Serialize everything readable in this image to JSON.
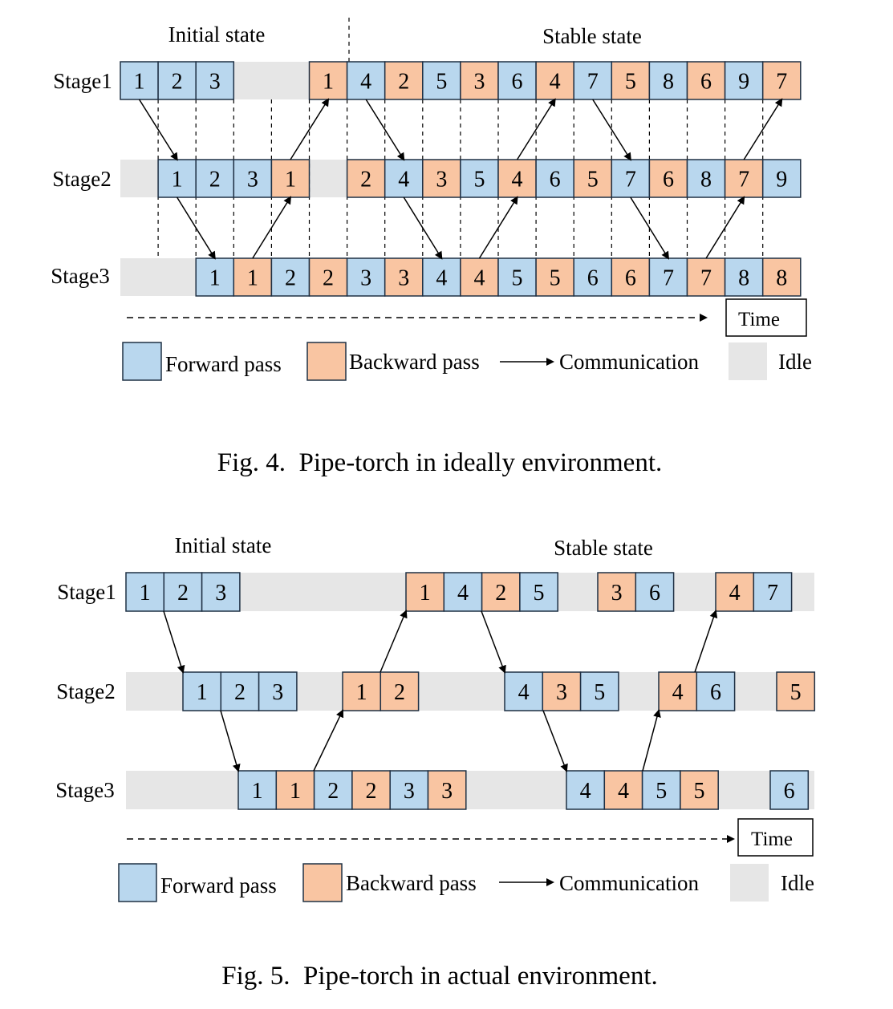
{
  "colors": {
    "forward": "#b9d7ee",
    "backward": "#f9c5a2",
    "idle": "#e6e6e6",
    "border": "#1f3044"
  },
  "fig4": {
    "initial_label": "Initial state",
    "stable_label": "Stable state",
    "caption": "Fig. 4.  Pipe-torch in ideally environment.",
    "stages": [
      {
        "label": "Stage1",
        "cells": [
          {
            "n": "1",
            "k": "f",
            "s": 0
          },
          {
            "n": "2",
            "k": "f",
            "s": 1
          },
          {
            "n": "3",
            "k": "f",
            "s": 2
          },
          {
            "n": "1",
            "k": "b",
            "s": 5
          },
          {
            "n": "4",
            "k": "f",
            "s": 6
          },
          {
            "n": "2",
            "k": "b",
            "s": 7
          },
          {
            "n": "5",
            "k": "f",
            "s": 8
          },
          {
            "n": "3",
            "k": "b",
            "s": 9
          },
          {
            "n": "6",
            "k": "f",
            "s": 10
          },
          {
            "n": "4",
            "k": "b",
            "s": 11
          },
          {
            "n": "7",
            "k": "f",
            "s": 12
          },
          {
            "n": "5",
            "k": "b",
            "s": 13
          },
          {
            "n": "8",
            "k": "f",
            "s": 14
          },
          {
            "n": "6",
            "k": "b",
            "s": 15
          },
          {
            "n": "9",
            "k": "f",
            "s": 16
          },
          {
            "n": "7",
            "k": "b",
            "s": 17
          }
        ]
      },
      {
        "label": "Stage2",
        "cells": [
          {
            "n": "1",
            "k": "f",
            "s": 1
          },
          {
            "n": "2",
            "k": "f",
            "s": 2
          },
          {
            "n": "3",
            "k": "f",
            "s": 3
          },
          {
            "n": "1",
            "k": "b",
            "s": 4
          },
          {
            "n": "2",
            "k": "b",
            "s": 6
          },
          {
            "n": "4",
            "k": "f",
            "s": 7
          },
          {
            "n": "3",
            "k": "b",
            "s": 8
          },
          {
            "n": "5",
            "k": "f",
            "s": 9
          },
          {
            "n": "4",
            "k": "b",
            "s": 10
          },
          {
            "n": "6",
            "k": "f",
            "s": 11
          },
          {
            "n": "5",
            "k": "b",
            "s": 12
          },
          {
            "n": "7",
            "k": "f",
            "s": 13
          },
          {
            "n": "6",
            "k": "b",
            "s": 14
          },
          {
            "n": "8",
            "k": "f",
            "s": 15
          },
          {
            "n": "7",
            "k": "b",
            "s": 16
          },
          {
            "n": "9",
            "k": "f",
            "s": 17
          }
        ]
      },
      {
        "label": "Stage3",
        "cells": [
          {
            "n": "1",
            "k": "f",
            "s": 2
          },
          {
            "n": "1",
            "k": "b",
            "s": 3
          },
          {
            "n": "2",
            "k": "f",
            "s": 4
          },
          {
            "n": "2",
            "k": "b",
            "s": 5
          },
          {
            "n": "3",
            "k": "f",
            "s": 6
          },
          {
            "n": "3",
            "k": "b",
            "s": 7
          },
          {
            "n": "4",
            "k": "f",
            "s": 8
          },
          {
            "n": "4",
            "k": "b",
            "s": 9
          },
          {
            "n": "5",
            "k": "f",
            "s": 10
          },
          {
            "n": "5",
            "k": "b",
            "s": 11
          },
          {
            "n": "6",
            "k": "f",
            "s": 12
          },
          {
            "n": "6",
            "k": "b",
            "s": 13
          },
          {
            "n": "7",
            "k": "f",
            "s": 14
          },
          {
            "n": "7",
            "k": "b",
            "s": 15
          },
          {
            "n": "8",
            "k": "f",
            "s": 16
          },
          {
            "n": "8",
            "k": "b",
            "s": 17
          }
        ]
      }
    ]
  },
  "fig5": {
    "initial_label": "Initial state",
    "stable_label": "Stable state",
    "caption": "Fig. 5.  Pipe-torch in actual environment.",
    "stages": [
      {
        "label": "Stage1",
        "cells": [
          {
            "n": "1",
            "k": "f"
          },
          {
            "n": "2",
            "k": "f"
          },
          {
            "n": "3",
            "k": "f"
          },
          {
            "n": "1",
            "k": "b"
          },
          {
            "n": "4",
            "k": "f"
          },
          {
            "n": "2",
            "k": "b"
          },
          {
            "n": "5",
            "k": "f"
          },
          {
            "n": "3",
            "k": "b"
          },
          {
            "n": "6",
            "k": "f"
          },
          {
            "n": "4",
            "k": "b"
          },
          {
            "n": "7",
            "k": "f"
          }
        ]
      },
      {
        "label": "Stage2",
        "cells": [
          {
            "n": "1",
            "k": "f"
          },
          {
            "n": "2",
            "k": "f"
          },
          {
            "n": "3",
            "k": "f"
          },
          {
            "n": "1",
            "k": "b"
          },
          {
            "n": "2",
            "k": "b"
          },
          {
            "n": "4",
            "k": "f"
          },
          {
            "n": "3",
            "k": "b"
          },
          {
            "n": "5",
            "k": "f"
          },
          {
            "n": "4",
            "k": "b"
          },
          {
            "n": "6",
            "k": "f"
          },
          {
            "n": "5",
            "k": "b"
          }
        ]
      },
      {
        "label": "Stage3",
        "cells": [
          {
            "n": "1",
            "k": "f"
          },
          {
            "n": "1",
            "k": "b"
          },
          {
            "n": "2",
            "k": "f"
          },
          {
            "n": "2",
            "k": "b"
          },
          {
            "n": "3",
            "k": "f"
          },
          {
            "n": "3",
            "k": "b"
          },
          {
            "n": "4",
            "k": "f"
          },
          {
            "n": "4",
            "k": "b"
          },
          {
            "n": "5",
            "k": "f"
          },
          {
            "n": "5",
            "k": "b"
          },
          {
            "n": "6",
            "k": "f"
          }
        ]
      }
    ]
  },
  "legend": {
    "forward": "Forward pass",
    "backward": "Backward pass",
    "communication": "Communication",
    "idle": "Idle",
    "time": "Time"
  }
}
